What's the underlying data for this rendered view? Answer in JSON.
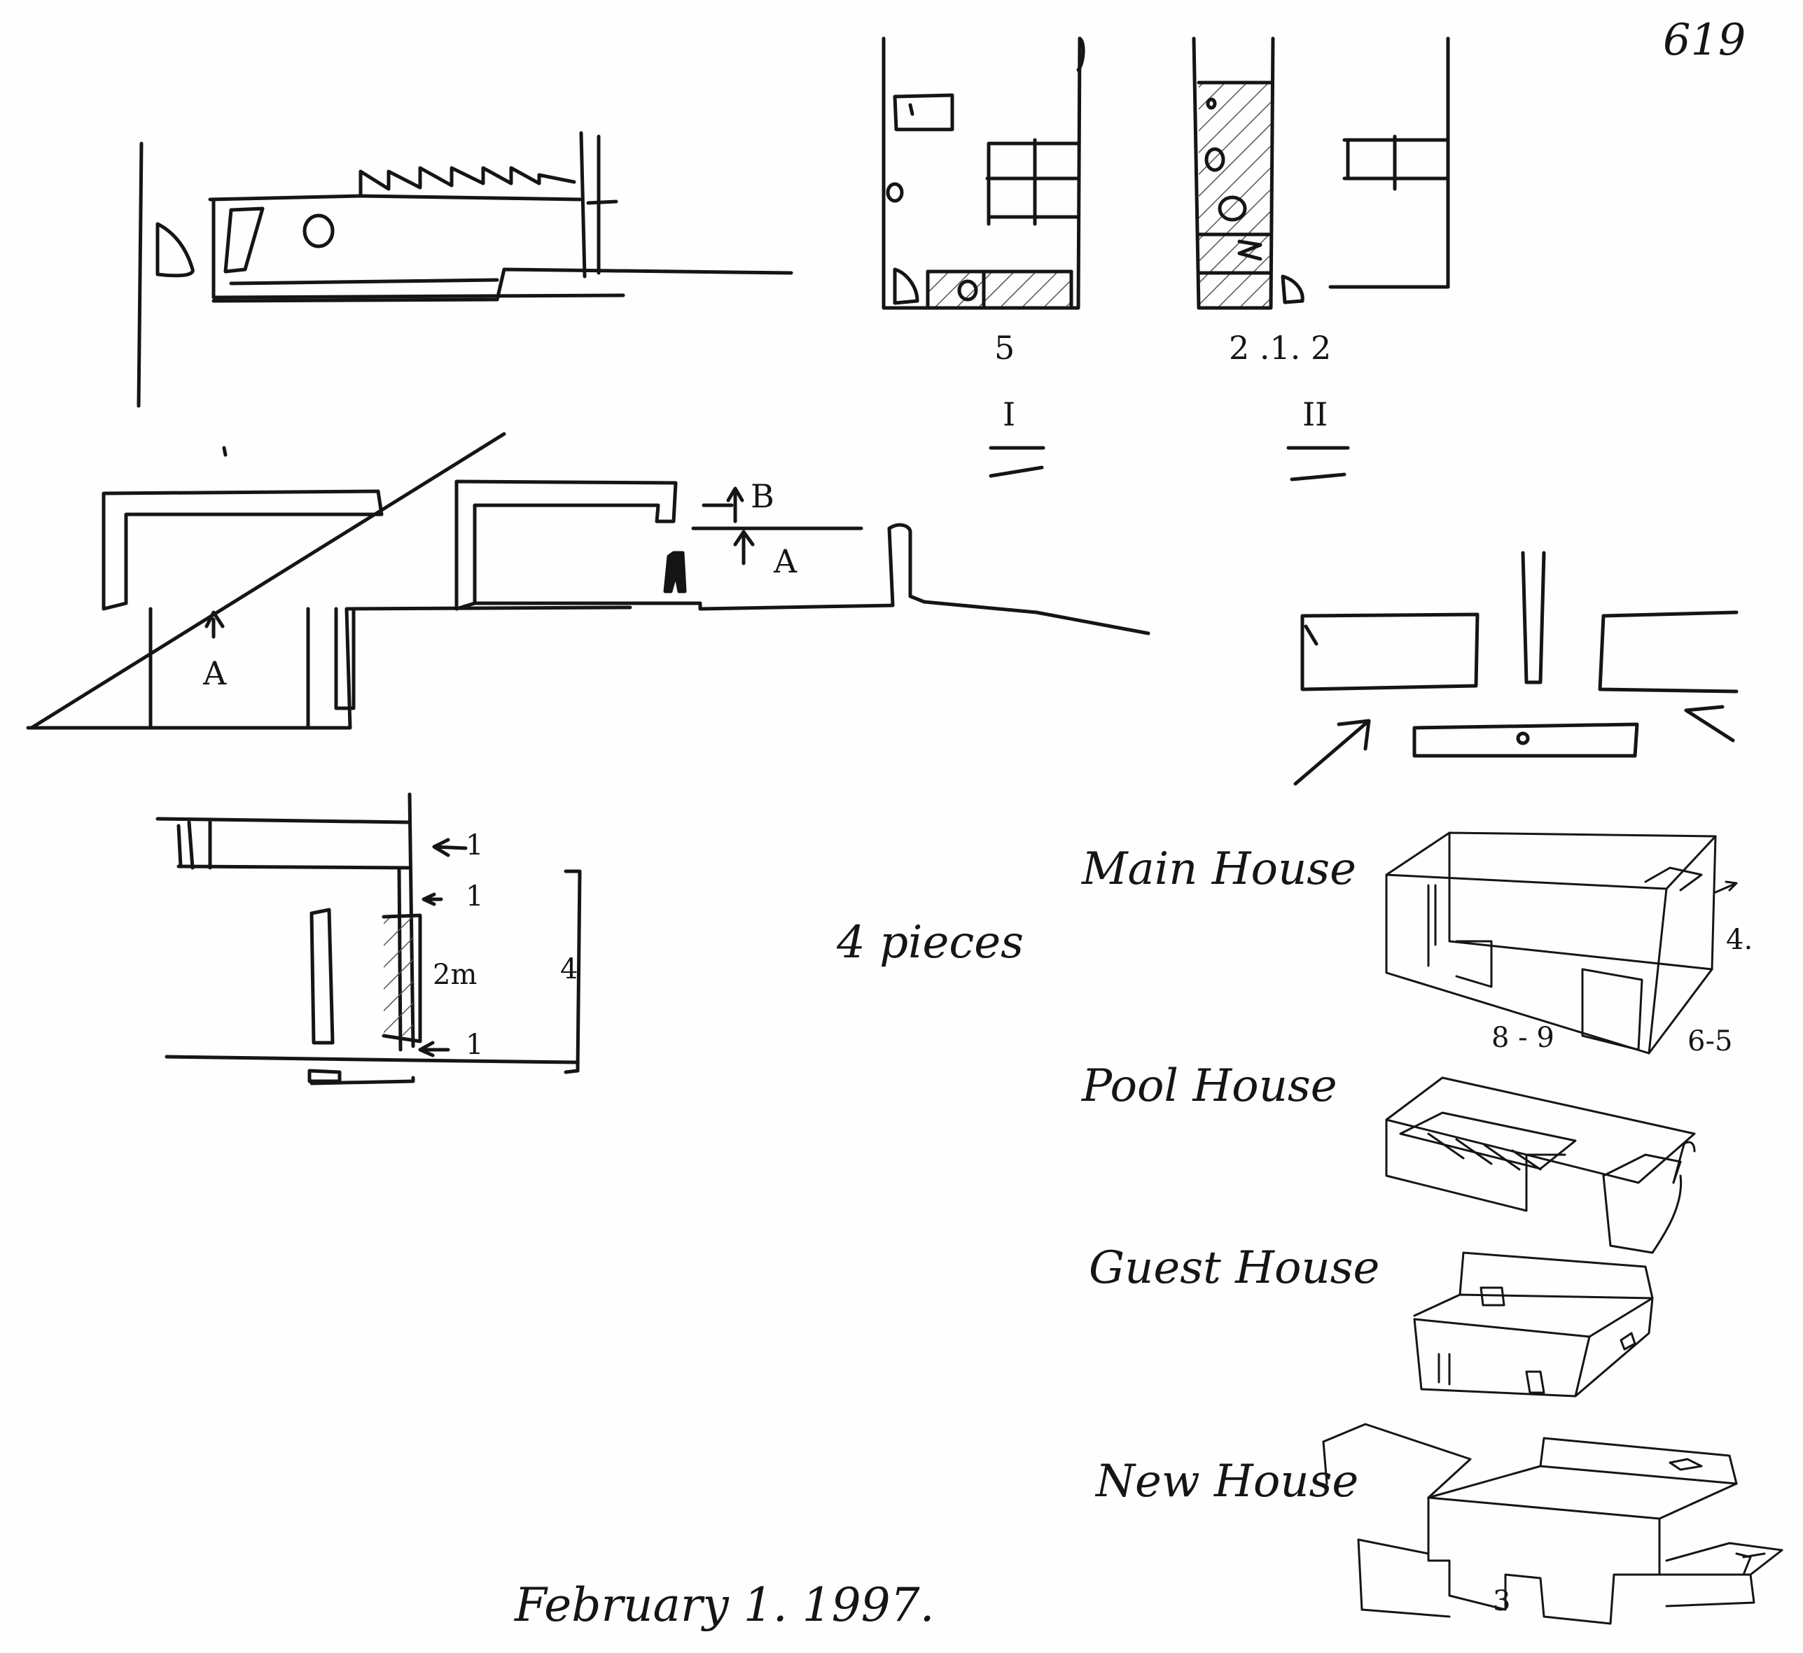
{
  "page_number": "619",
  "section_labels": {
    "a_lower": "A",
    "a_upper": "A",
    "b": "B"
  },
  "plan_labels": {
    "plan1_count": "5",
    "plan1_roman": "I",
    "plan2_count": "2 .1. 2",
    "plan2_roman": "II"
  },
  "dimension_labels": {
    "d1": "1",
    "d2": "1",
    "d3": "2m",
    "d4": "1",
    "total": "4"
  },
  "pieces_note": "4 pieces",
  "houses": [
    {
      "name": "Main House",
      "notes": [
        "4.",
        "8 - 9",
        "6-5"
      ]
    },
    {
      "name": "Pool House",
      "notes": []
    },
    {
      "name": "Guest House",
      "notes": []
    },
    {
      "name": "New House",
      "notes": [
        "3"
      ]
    }
  ],
  "date": "February 1. 1997.",
  "ink_color": "#151515",
  "hatch_color": "#555555"
}
